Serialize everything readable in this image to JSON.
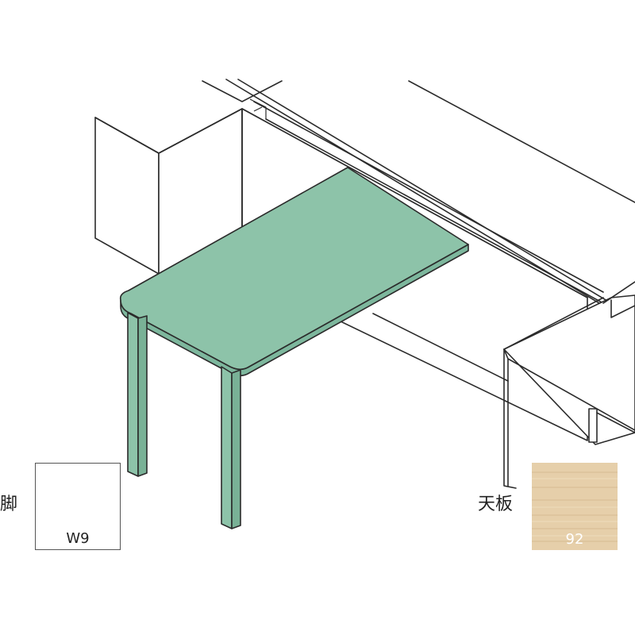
{
  "legend": {
    "leg": {
      "label": "脚",
      "code": "W9",
      "color": "#ffffff"
    },
    "top": {
      "label": "天板",
      "code": "92",
      "color": "#e6cfaa",
      "code_color": "#ffffff"
    }
  },
  "colors": {
    "tabletop": "#8dc3a9",
    "tabletop_edge": "#7db79d",
    "legs": "#8dc3a9",
    "legs_shade": "#79b196"
  }
}
